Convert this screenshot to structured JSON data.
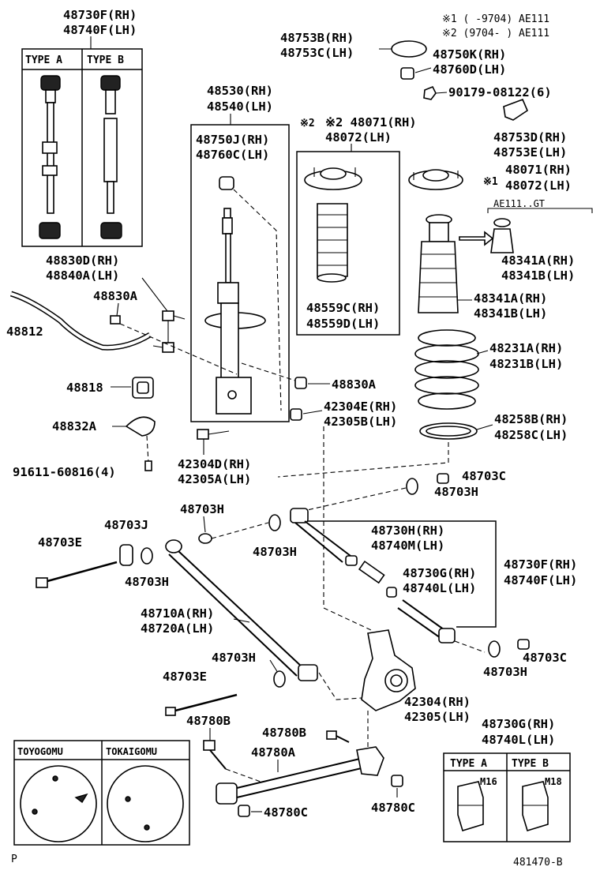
{
  "notes": {
    "n1": "※1 (     -9704) AE111",
    "n2": "※2 (9704-     ) AE111"
  },
  "footer": {
    "left": "P",
    "right": "481470-B"
  },
  "type_box_top": {
    "a": "TYPE A",
    "b": "TYPE B"
  },
  "type_box_bottom": {
    "a": "TYPE A",
    "b": "TYPE B",
    "ma": "M16",
    "mb": "M18"
  },
  "gasket_box": {
    "left": "TOYOGOMU",
    "right": "TOKAIGOMU"
  },
  "ae_note": "AE111..GT",
  "labels": {
    "l1": "48730F(RH)",
    "l2": "48740F(LH)",
    "l3": "48753B(RH)",
    "l4": "48753C(LH)",
    "l5": "48750K(RH)",
    "l6": "48760D(LH)",
    "l7": "90179-08122(6)",
    "l8": "48530(RH)",
    "l9": "48540(LH)",
    "l10": "※2 48071(RH)",
    "l11": "48072(LH)",
    "l12": "48750J(RH)",
    "l13": "48760C(LH)",
    "l14": "48753D(RH)",
    "l15": "48753E(LH)",
    "l16": "48071(RH)",
    "l17": "48072(LH)",
    "l18": "48830D(RH)",
    "l19": "48840A(LH)",
    "l20": "48341A(RH)",
    "l21": "48341B(LH)",
    "l22": "48830A",
    "l23": "48341A(RH)",
    "l24": "48341B(LH)",
    "l25": "48812",
    "l26": "48559C(RH)",
    "l27": "48559D(LH)",
    "l28": "48231A(RH)",
    "l29": "48231B(LH)",
    "l30": "48818",
    "l31": "48830A",
    "l32": "42304E(RH)",
    "l33": "42305B(LH)",
    "l34": "48832A",
    "l35": "48258B(RH)",
    "l36": "48258C(LH)",
    "l37": "42304D(RH)",
    "l38": "42305A(LH)",
    "l39": "91611-60816(4)",
    "l40": "48703C",
    "l41": "48703H",
    "l42": "48703H",
    "l43": "48703J",
    "l44": "48703H",
    "l45": "48730H(RH)",
    "l46": "48740M(LH)",
    "l47": "48703E",
    "l48": "48730G(RH)",
    "l49": "48740L(LH)",
    "l50": "48730F(RH)",
    "l51": "48740F(LH)",
    "l52": "48703H",
    "l53": "48710A(RH)",
    "l54": "48720A(LH)",
    "l55": "48703H",
    "l56": "48703C",
    "l57": "48703H",
    "l58": "48703E",
    "l59": "42304(RH)",
    "l60": "42305(LH)",
    "l61": "48780B",
    "l62": "48780B",
    "l63": "48730G(RH)",
    "l64": "48740L(LH)",
    "l65": "48780A",
    "l66": "48780C",
    "l67": "48780C"
  }
}
